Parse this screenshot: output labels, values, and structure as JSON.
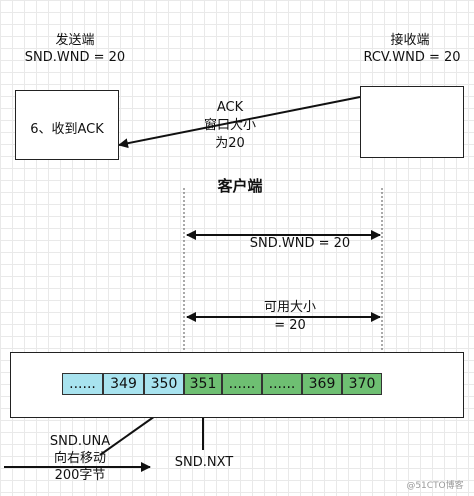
{
  "sender": {
    "title": "发送端",
    "snd_wnd": "SND.WND = 20",
    "box_text": "6、收到ACK"
  },
  "receiver": {
    "title": "接收端",
    "rcv_wnd": "RCV.WND = 20"
  },
  "ack_message": {
    "line1": "ACK",
    "line2": "窗口大小",
    "line3": "为20"
  },
  "client": {
    "title": "客户端",
    "snd_wnd": "SND.WND = 20",
    "usable_line1": "可用大小",
    "usable_line2": "= 20"
  },
  "cells": [
    {
      "label": "......",
      "color": "#a8e3ef"
    },
    {
      "label": "349",
      "color": "#a8e3ef"
    },
    {
      "label": "350",
      "color": "#a8e3ef"
    },
    {
      "label": "351",
      "color": "#6ebf72"
    },
    {
      "label": "......",
      "color": "#6ebf72"
    },
    {
      "label": "......",
      "color": "#6ebf72"
    },
    {
      "label": "369",
      "color": "#6ebf72"
    },
    {
      "label": "370",
      "color": "#6ebf72"
    }
  ],
  "snd_una": {
    "line1": "SND.UNA",
    "line2": "向右移动",
    "line3": "200字节"
  },
  "snd_nxt": "SND.NXT",
  "watermark": "@51CTO博客"
}
